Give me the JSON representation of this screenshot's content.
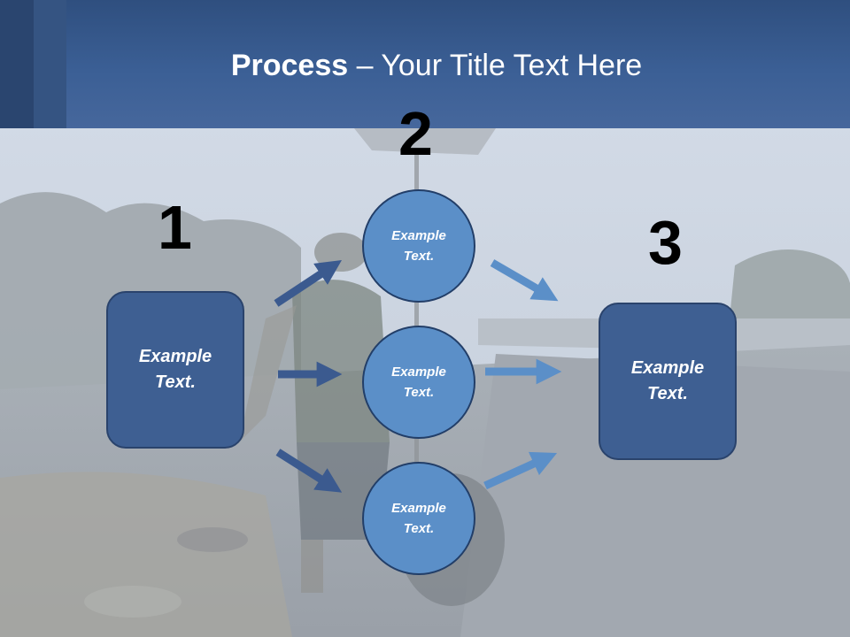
{
  "title": {
    "bold": "Process",
    "rest": " – Your Title Text Here"
  },
  "steps": {
    "one": {
      "number": "1",
      "label": "Example Text."
    },
    "two": {
      "number": "2"
    },
    "three": {
      "number": "3",
      "label": "Example Text."
    }
  },
  "circles": [
    {
      "label": "Example Text."
    },
    {
      "label": "Example Text."
    },
    {
      "label": "Example Text."
    }
  ],
  "colors": {
    "header": "#3b5f95",
    "box_fill": "#3e5f92",
    "circle_fill": "#5b8fc8",
    "arrow_dark": "#3b5a8f",
    "arrow_light": "#5b8fc8"
  }
}
